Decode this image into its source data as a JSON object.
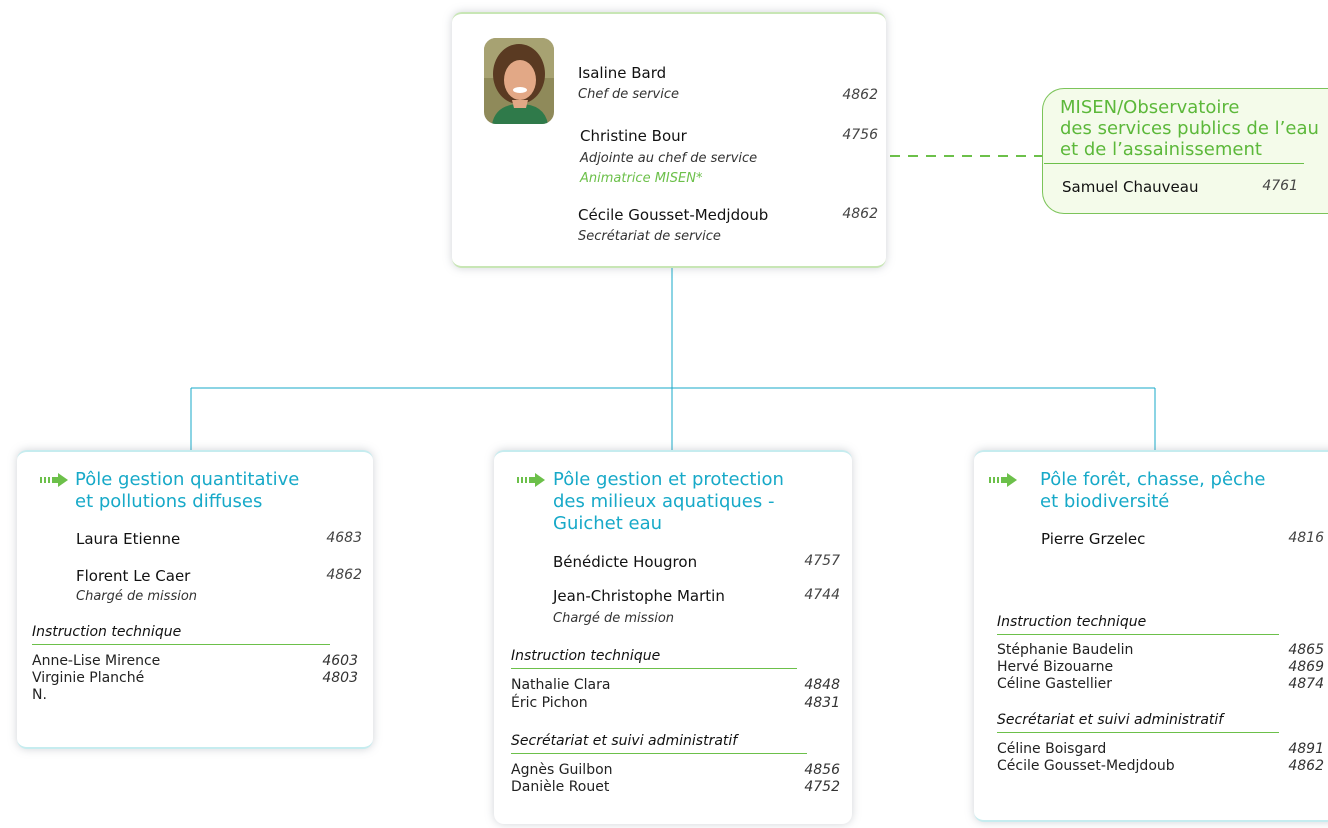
{
  "head": {
    "person1": {
      "name": "Isaline Bard",
      "role": "Chef de service",
      "phone": "4862"
    },
    "person2": {
      "name": "Christine Bour",
      "role": "Adjointe au chef de service",
      "role2": "Animatrice MISEN*",
      "phone": "4756"
    },
    "person3": {
      "name": "Cécile Gousset-Medjdoub",
      "role": "Secrétariat de service",
      "phone": "4862"
    }
  },
  "misen": {
    "title_line1": "MISEN/Observatoire",
    "title_line2": "des services publics de l’eau",
    "title_line3": "et de l’assainissement",
    "person": "Samuel Chauveau",
    "phone": "4761"
  },
  "pole1": {
    "title_line1": "Pôle gestion quantitative",
    "title_line2": "et pollutions diffuses",
    "lead1": {
      "name": "Laura Etienne",
      "phone": "4683"
    },
    "lead2": {
      "name": "Florent Le Caer",
      "role": "Chargé de mission",
      "phone": "4862"
    },
    "section1": "Instruction technique",
    "staff": [
      {
        "name": "Anne-Lise Mirence",
        "phone": "4603"
      },
      {
        "name": "Virginie Planché",
        "phone": "4803"
      },
      {
        "name": "N.",
        "phone": ""
      }
    ]
  },
  "pole2": {
    "title_line1": "Pôle gestion et protection",
    "title_line2": "des milieux aquatiques -",
    "title_line3": "Guichet eau",
    "lead1": {
      "name": "Bénédicte Hougron",
      "phone": "4757"
    },
    "lead2": {
      "name": "Jean-Christophe Martin",
      "role": "Chargé de mission",
      "phone": "4744"
    },
    "section1": "Instruction technique",
    "staff1": [
      {
        "name": "Nathalie Clara",
        "phone": "4848"
      },
      {
        "name": "Éric Pichon",
        "phone": "4831"
      }
    ],
    "section2": "Secrétariat et suivi administratif",
    "staff2": [
      {
        "name": "Agnès Guilbon",
        "phone": "4856"
      },
      {
        "name": "Danièle Rouet",
        "phone": "4752"
      }
    ]
  },
  "pole3": {
    "title_line1": "Pôle forêt, chasse, pêche",
    "title_line2": "et biodiversité",
    "lead1": {
      "name": "Pierre Grzelec",
      "phone": "4816"
    },
    "section1": "Instruction technique",
    "staff1": [
      {
        "name": "Stéphanie Baudelin",
        "phone": "4865"
      },
      {
        "name": "Hervé Bizouarne",
        "phone": "4869"
      },
      {
        "name": "Céline Gastellier",
        "phone": "4874"
      }
    ],
    "section2": "Secrétariat et suivi administratif",
    "staff2": [
      {
        "name": "Céline Boisgard",
        "phone": "4891"
      },
      {
        "name": "Cécile Gousset-Medjdoub",
        "phone": "4862"
      }
    ]
  },
  "colors": {
    "connector": "#17a9c8",
    "accent_green": "#6cc04a",
    "title_blue": "#17a9c8"
  }
}
